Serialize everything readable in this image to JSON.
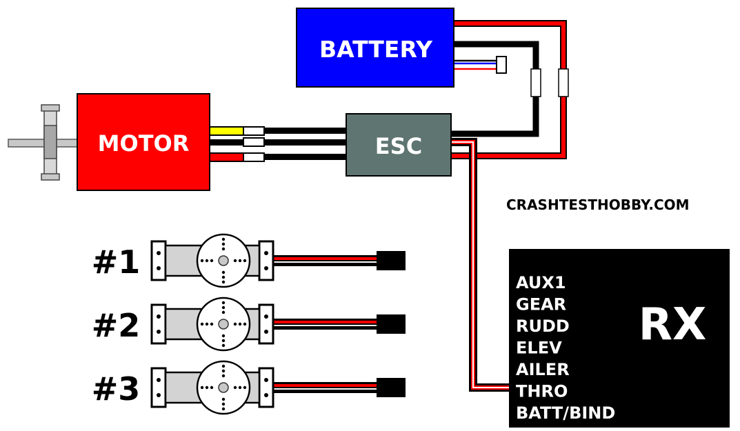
{
  "labels": {
    "battery": "BATTERY",
    "motor": "MOTOR",
    "esc": "ESC",
    "rx": "RX",
    "watermark": "CRASHTESTHOBBY.COM"
  },
  "servos": [
    "#1",
    "#2",
    "#3"
  ],
  "rx_channels": [
    "AUX1",
    "GEAR",
    "RUDD",
    "ELEV",
    "AILER",
    "THRO",
    "BATT/BIND"
  ],
  "colors": {
    "battery": "#0000ff",
    "motor": "#ff0000",
    "esc": "#5f7571",
    "rx": "#000000",
    "wire_red": "#ff0000",
    "wire_black": "#000000",
    "wire_yellow": "#ffff00",
    "servo_body": "#d3d3d3"
  }
}
